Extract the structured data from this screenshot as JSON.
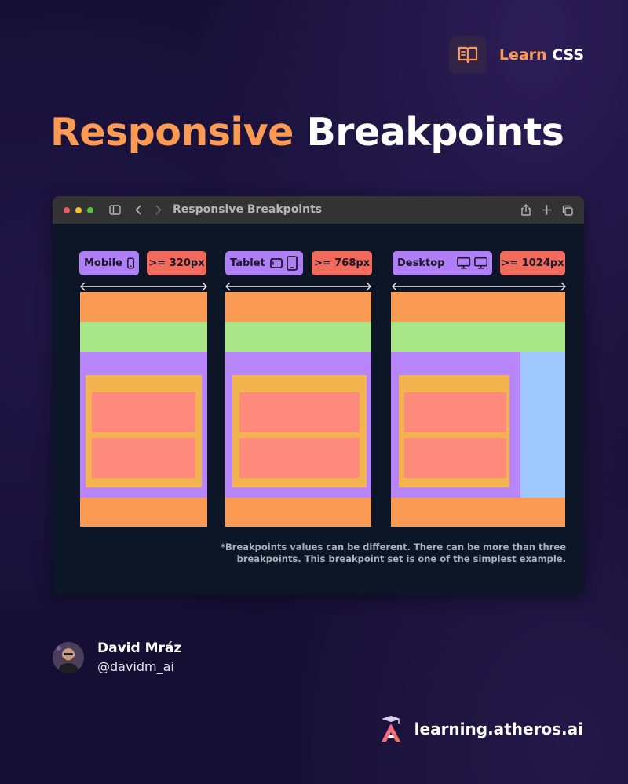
{
  "brand": {
    "word1": "Learn",
    "word2": "CSS",
    "icon": "open-book-icon"
  },
  "title": {
    "part1": "Responsive",
    "part2": "Breakpoints"
  },
  "window": {
    "title": "Responsive Breakpoints",
    "controls": [
      "close-dot",
      "minimize-dot",
      "maximize-dot"
    ],
    "toolbar_icons": [
      "sidebar-icon",
      "back-icon",
      "forward-icon",
      "share-icon",
      "plus-icon",
      "tabs-icon"
    ]
  },
  "breakpoints": [
    {
      "label": "Mobile",
      "value": ">= 320px",
      "icons": [
        "phone-icon"
      ]
    },
    {
      "label": "Tablet",
      "value": ">= 768px",
      "icons": [
        "tablet-landscape-icon",
        "tablet-portrait-icon"
      ]
    },
    {
      "label": "Desktop",
      "value": ">= 1024px",
      "icons": [
        "monitor-icon",
        "monitor-icon"
      ]
    }
  ],
  "note": {
    "line1": "*Breakpoints values can be different. There can be more than three",
    "line2": "breakpoints. This breakpoint set is one of the simplest example."
  },
  "author": {
    "name": "David Mráz",
    "handle": "@davidm_ai"
  },
  "site": {
    "url": "learning.atheros.ai",
    "icon": "atheros-logo-icon"
  },
  "colors": {
    "accent_orange": "#fb9a52",
    "header_green": "#a9e687",
    "content_purple": "#b784f9",
    "card_gold": "#f3b34e",
    "item_salmon": "#fd8a7c",
    "sidebar_blue": "#9ec8fd",
    "chip_purple": "#b07ff7",
    "chip_red": "#f16a5b"
  }
}
